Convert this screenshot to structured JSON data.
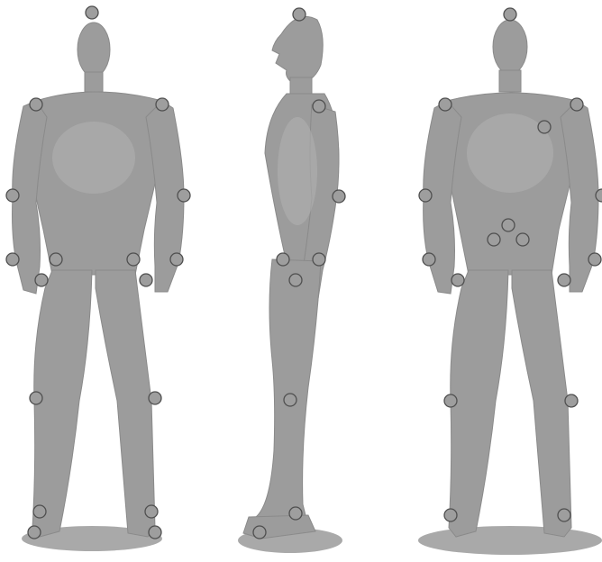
{
  "figure": {
    "views": [
      {
        "id": "front-view"
      },
      {
        "id": "side-view"
      },
      {
        "id": "back-view"
      }
    ],
    "colors": {
      "background": "#ffffff",
      "body": "#9c9c9c",
      "marker_fill": "#9e9e9e",
      "marker_stroke": "#4f4f4f"
    }
  }
}
